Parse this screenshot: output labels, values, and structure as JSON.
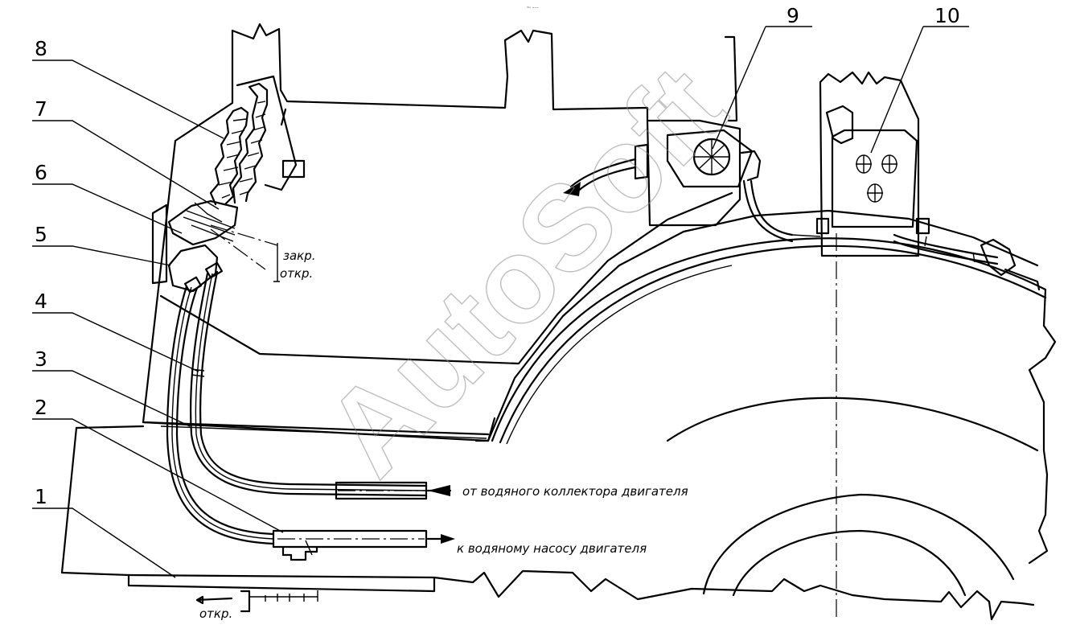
{
  "callouts": {
    "n1": "1",
    "n2": "2",
    "n3": "3",
    "n4": "4",
    "n5": "5",
    "n6": "6",
    "n7": "7",
    "n8": "8",
    "n9": "9",
    "n10": "10"
  },
  "labels": {
    "from_collector": "от водяного коллектора двигателя",
    "to_pump": "к водяному насосу двигателя",
    "closed": "закр.",
    "open_valve": "откр.",
    "open_bottom": "откр."
  },
  "watermark": "AutoSoft",
  "header_mark": "ᵂᵒ ⁼⁼⁼"
}
